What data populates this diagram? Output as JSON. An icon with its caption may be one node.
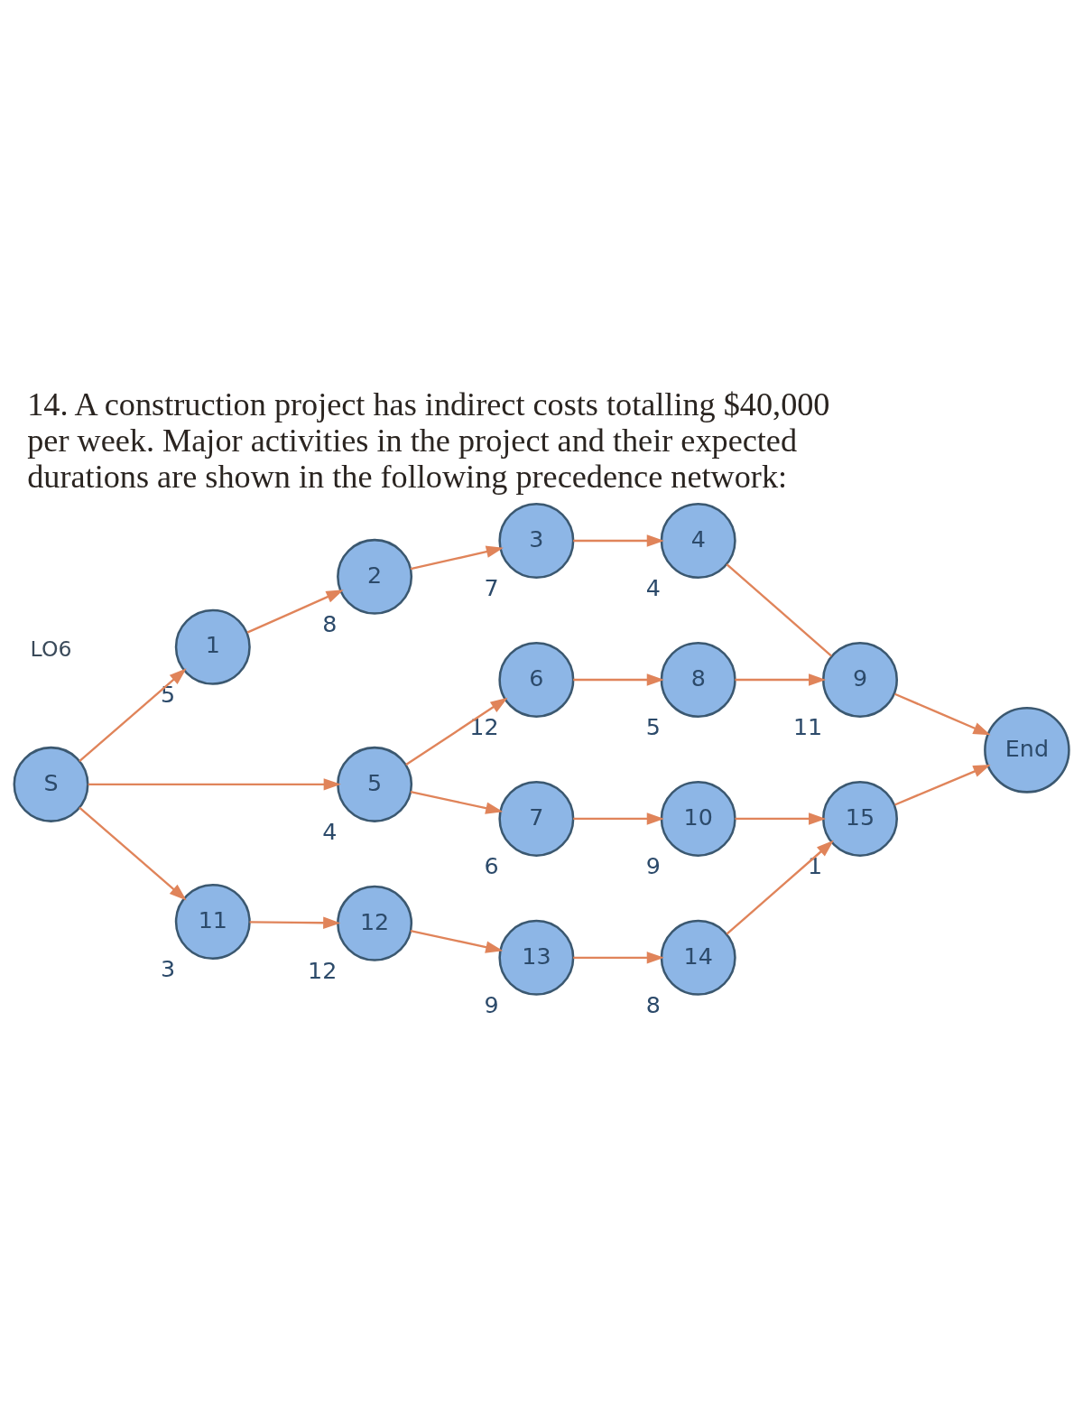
{
  "diagram": {
    "title": "14. A construction project has indirect costs totalling $40,000 per week. Major activities in the project and their expected durations are shown in the following precedence network:",
    "nodes": [
      {
        "text": [
          "S"
        ]
      },
      {
        "text": [
          "1"
        ],
        "beside": [
          "5"
        ]
      },
      {
        "text": [
          "2"
        ],
        "beside": [
          "8"
        ]
      },
      {
        "text": [
          "3"
        ],
        "beside": [
          "7"
        ]
      },
      {
        "text": [
          "4"
        ],
        "beside": [
          "4"
        ]
      },
      {
        "text": [
          "9"
        ],
        "beside": [
          "11"
        ]
      },
      {
        "text": [
          "5"
        ],
        "beside": [
          "4"
        ]
      },
      {
        "text": [
          "6"
        ],
        "beside": [
          "12"
        ]
      },
      {
        "text": [
          "8"
        ],
        "beside": [
          "5"
        ]
      },
      {
        "text": [
          "End"
        ]
      },
      {
        "text": [
          "7"
        ],
        "beside": [
          "6"
        ]
      },
      {
        "text": [
          "10"
        ],
        "beside": [
          "9"
        ]
      },
      {
        "text": [
          "15"
        ],
        "beside": [
          "1"
        ]
      },
      {
        "text": [
          "11"
        ],
        "beside": [
          "3"
        ]
      },
      {
        "text": [
          "12"
        ],
        "beside": [
          "12"
        ]
      },
      {
        "text": [
          "13"
        ],
        "beside": [
          "9"
        ]
      },
      {
        "text": [
          "14"
        ],
        "beside": [
          "8"
        ]
      }
    ],
    "edges": [
      {
        "from": 0,
        "to": 1,
        "arrow": "to"
      },
      {
        "from": 0,
        "to": 6,
        "arrow": "to"
      },
      {
        "from": 0,
        "to": 13,
        "arrow": "to"
      },
      {
        "from": 1,
        "to": 2,
        "arrow": "to"
      },
      {
        "from": 2,
        "to": 3,
        "arrow": "to"
      },
      {
        "from": 3,
        "to": 4,
        "arrow": "to"
      },
      {
        "from": 4,
        "to": 5,
        "arrow": "none"
      },
      {
        "from": 5,
        "to": 9,
        "arrow": "to"
      },
      {
        "from": 6,
        "to": 7,
        "arrow": "to"
      },
      {
        "from": 7,
        "to": 8,
        "arrow": "to"
      },
      {
        "from": 8,
        "to": 5,
        "arrow": "to"
      },
      {
        "from": 6,
        "to": 10,
        "arrow": "to"
      },
      {
        "from": 10,
        "to": 11,
        "arrow": "to"
      },
      {
        "from": 11,
        "to": 12,
        "arrow": "to"
      },
      {
        "from": 12,
        "to": 9,
        "arrow": "to"
      },
      {
        "from": 13,
        "to": 14,
        "arrow": "to"
      },
      {
        "from": 14,
        "to": 15,
        "arrow": "to"
      },
      {
        "from": 15,
        "to": 16,
        "arrow": "to"
      },
      {
        "from": 16,
        "to": 12,
        "arrow": "to"
      }
    ],
    "labels": [
      "LO6"
    ]
  }
}
